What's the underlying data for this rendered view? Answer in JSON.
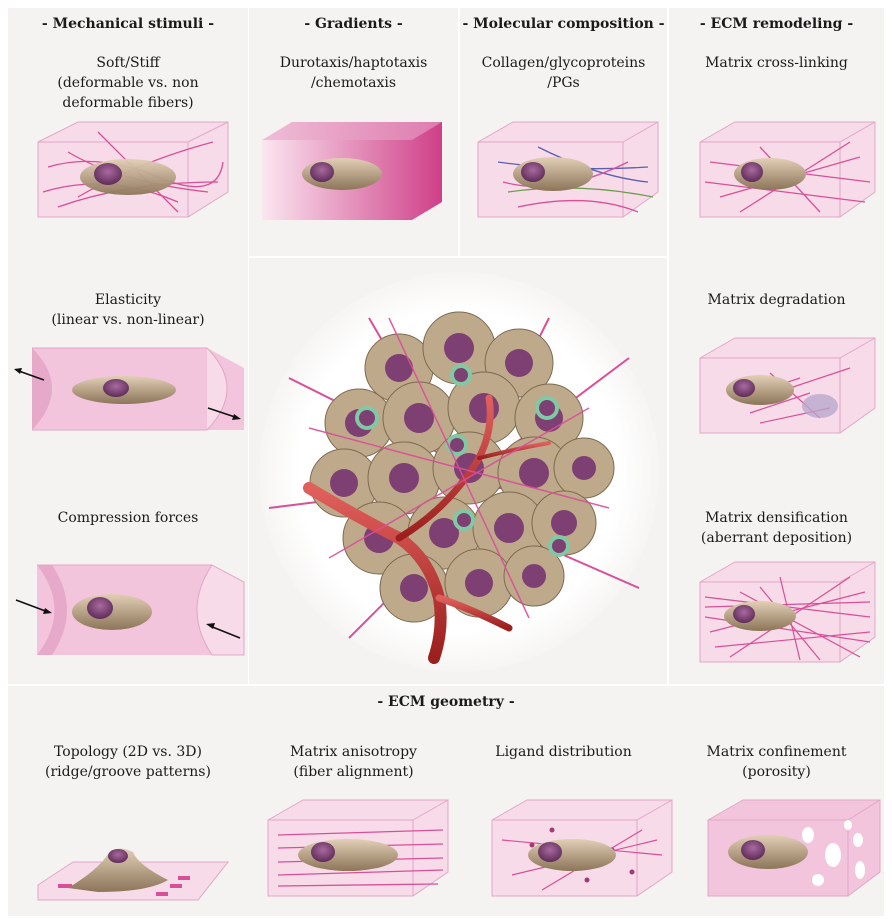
{
  "headers": {
    "mechanical": "- Mechanical stimuli -",
    "gradients": "- Gradients -",
    "molecular": "- Molecular composition -",
    "remodeling": "- ECM remodeling -",
    "geometry": "- ECM geometry -"
  },
  "labels": {
    "soft_stiff": [
      "Soft/Stiff",
      "(deformable vs. non",
      "deformable fibers)"
    ],
    "durotaxis": [
      "Durotaxis/haptotaxis",
      "/chemotaxis"
    ],
    "collagen": [
      "Collagen/glycoproteins",
      "/PGs"
    ],
    "crosslinking": [
      "Matrix cross-linking"
    ],
    "elasticity": [
      "Elasticity",
      "(linear vs. non-linear)"
    ],
    "degradation": [
      "Matrix degradation"
    ],
    "compression": [
      "Compression forces"
    ],
    "densification": [
      "Matrix densification",
      "(aberrant deposition)"
    ],
    "topology": [
      "Topology (2D vs. 3D)",
      "(ridge/groove patterns)"
    ],
    "anisotropy": [
      "Matrix anisotropy",
      "(fiber alignment)"
    ],
    "ligand": [
      "Ligand distribution"
    ],
    "confinement": [
      "Matrix confinement",
      "(porosity)"
    ]
  },
  "colors": {
    "panel_bg": "#f4f3f1",
    "box_fill": "#f6d6e6",
    "box_edge": "#e2a7c6",
    "fiber": "#d94f98",
    "gradient_dark": "#d0458c",
    "cell_body": "#cdb59a",
    "nucleus": "#8a4a7a",
    "vessel": "#c0302e",
    "highlight_cell": "#7fc9a4"
  }
}
